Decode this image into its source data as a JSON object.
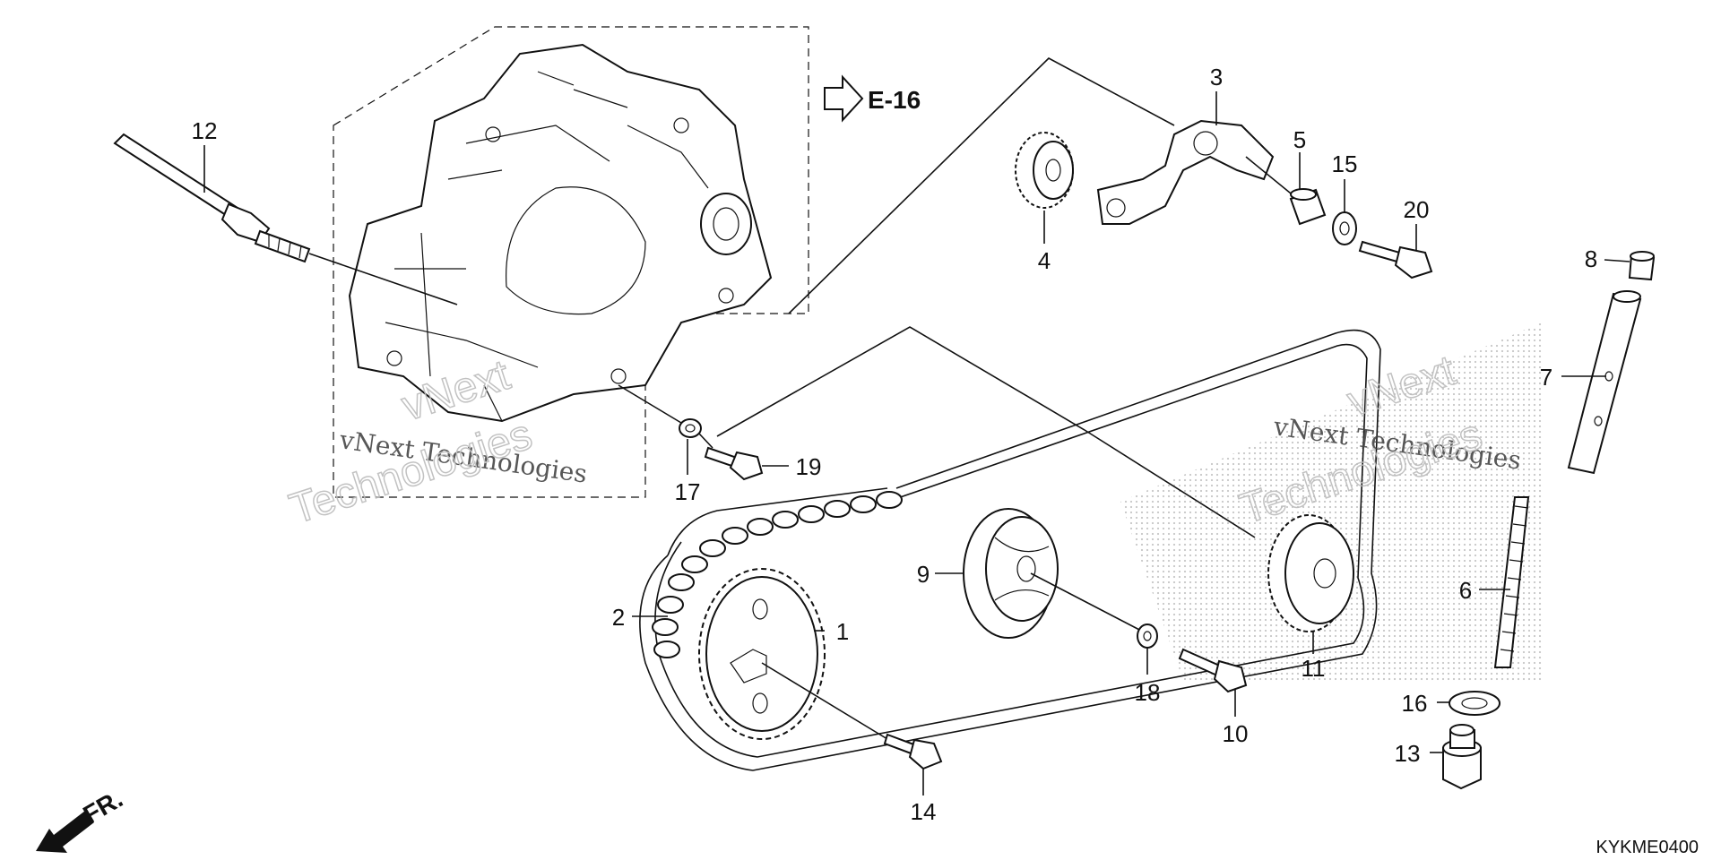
{
  "diagram": {
    "callouts": [
      {
        "id": "1",
        "text": "1"
      },
      {
        "id": "2",
        "text": "2"
      },
      {
        "id": "3",
        "text": "3"
      },
      {
        "id": "4",
        "text": "4"
      },
      {
        "id": "5",
        "text": "5"
      },
      {
        "id": "6",
        "text": "6"
      },
      {
        "id": "7",
        "text": "7"
      },
      {
        "id": "8",
        "text": "8"
      },
      {
        "id": "9",
        "text": "9"
      },
      {
        "id": "10",
        "text": "10"
      },
      {
        "id": "11",
        "text": "11"
      },
      {
        "id": "12",
        "text": "12"
      },
      {
        "id": "13",
        "text": "13"
      },
      {
        "id": "14",
        "text": "14"
      },
      {
        "id": "15",
        "text": "15"
      },
      {
        "id": "16",
        "text": "16"
      },
      {
        "id": "17",
        "text": "17"
      },
      {
        "id": "18",
        "text": "18"
      },
      {
        "id": "19",
        "text": "19"
      },
      {
        "id": "20",
        "text": "20"
      }
    ],
    "reference": "E-16",
    "direction": "FR.",
    "code": "KYKME0400",
    "watermark": {
      "text": "vNext Technologies",
      "outline_word_1": "vNext",
      "outline_word_2": "Technologies"
    },
    "colors": {
      "line": "#111111",
      "watermark": "#bbbbbb"
    }
  }
}
